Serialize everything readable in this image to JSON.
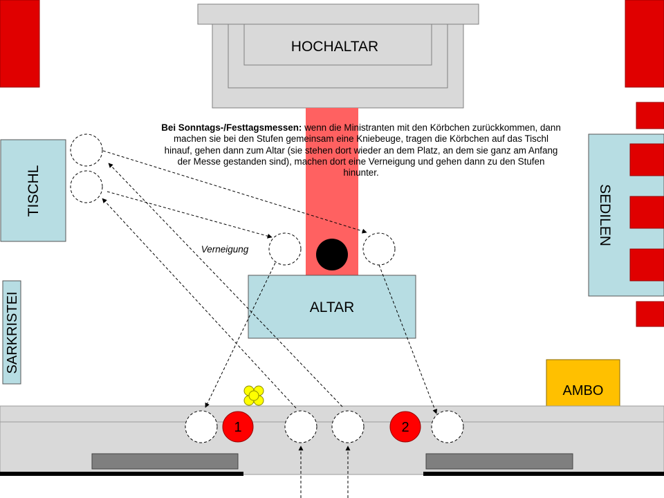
{
  "labels": {
    "hochaltar": "HOCHALTAR",
    "altar": "ALTAR",
    "tischl": "TISCHL",
    "sedilen": "SEDILEN",
    "sakristei": "SARKRISTEI",
    "ambo": "AMBO",
    "verneigung": "Verneigung",
    "pos1": "1",
    "pos2": "2"
  },
  "note": {
    "bold": "Bei Sonntags-/Festtagsmessen:",
    "text": " wenn die Ministranten mit den Körbchen zurückkommen,  dann machen sie bei den Stufen gemeinsam eine Kniebeuge, tragen die Körbchen auf das Tischl hinauf, gehen dann zum Altar (sie stehen dort wieder an dem Platz, an dem sie ganz am Anfang der Messe gestanden sind), machen dort eine Verneigung und gehen dann zu den Stufen hinunter."
  },
  "colors": {
    "red": "#e00000",
    "light_blue": "#b7dde3",
    "gray": "#d9d9d9",
    "dark_gray": "#7f7f7f",
    "ambo": "#ffc000",
    "beam": "#ff6161",
    "flower": "#ffff00"
  }
}
